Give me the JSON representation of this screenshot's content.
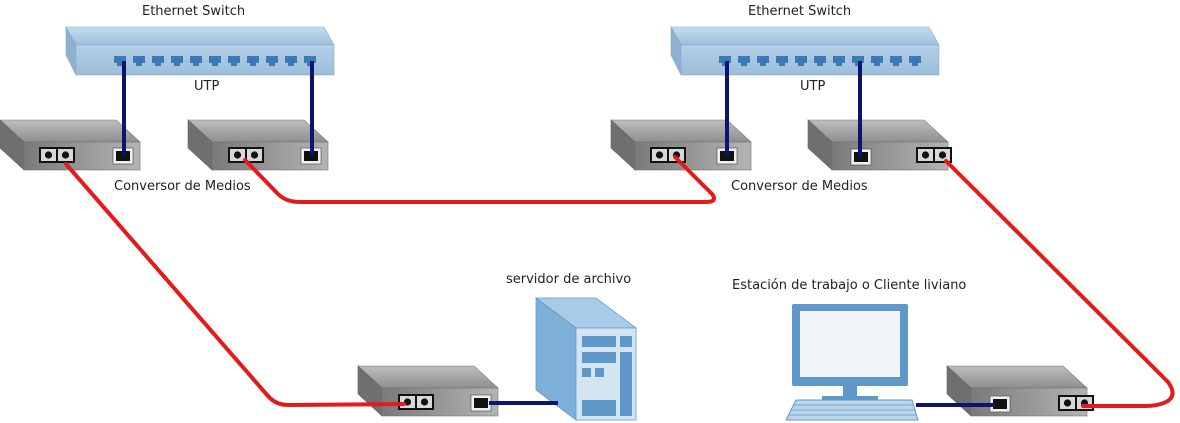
{
  "labels": {
    "switch_left": "Ethernet Switch",
    "switch_right": "Ethernet Switch",
    "utp_left": "UTP",
    "utp_right": "UTP",
    "converter_left": "Conversor de Medios",
    "converter_right": "Conversor de Medios",
    "file_server": "servidor de archivo",
    "workstation": "Estación de trabajo o Cliente liviano"
  },
  "colors": {
    "fiber": "#e31b1b",
    "utp": "#0d1470",
    "switch_body": "#a9c8e2",
    "switch_port": "#3a7ab8",
    "converter_body": "#9d9d9d",
    "device_blue": "#5e98c8"
  }
}
